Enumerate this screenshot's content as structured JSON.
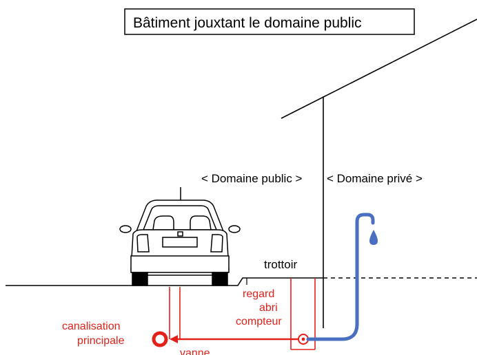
{
  "title": "Bâtiment  jouxtant le domaine public",
  "labels": {
    "public_domain": "< Domaine public >",
    "private_domain": "< Domaine privé >",
    "sidewalk": "trottoir",
    "inspection_line1": "regard",
    "inspection_line2": "abri",
    "inspection_line3": "compteur",
    "main_pipe_line1": "canalisation",
    "main_pipe_line2": "principale",
    "valve": "vanne"
  },
  "colors": {
    "structure": "#000000",
    "water_main": "#e32119",
    "private_pipe": "#4a6fc1"
  },
  "icons": [
    "car-icon",
    "water-drop-icon",
    "main-pipe-icon",
    "meter-icon",
    "valve-icon"
  ]
}
